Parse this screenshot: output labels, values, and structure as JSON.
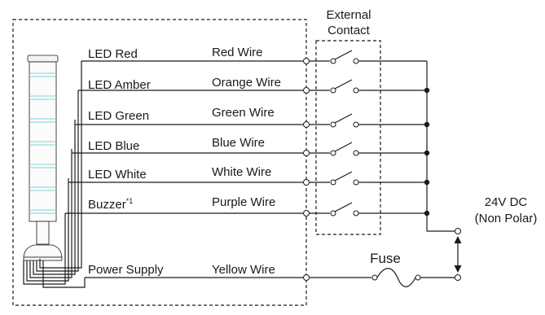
{
  "external_contact": {
    "line1": "External",
    "line2": "Contact"
  },
  "circuits": [
    {
      "label": "LED Red",
      "wire": "Red Wire"
    },
    {
      "label": "LED Amber",
      "wire": "Orange Wire"
    },
    {
      "label": "LED Green",
      "wire": "Green Wire"
    },
    {
      "label": "LED Blue",
      "wire": "Blue Wire"
    },
    {
      "label": "LED White",
      "wire": "White Wire"
    },
    {
      "label": "Buzzer",
      "label_sup": "*1",
      "wire": "Purple Wire"
    }
  ],
  "power": {
    "label": "Power Supply",
    "wire": "Yellow Wire"
  },
  "fuse": "Fuse",
  "supply": {
    "line1": "24V DC",
    "line2": "(Non Polar)"
  },
  "colors": {
    "line": "#1a1a1a",
    "light_segment": "#7fd3d6"
  }
}
